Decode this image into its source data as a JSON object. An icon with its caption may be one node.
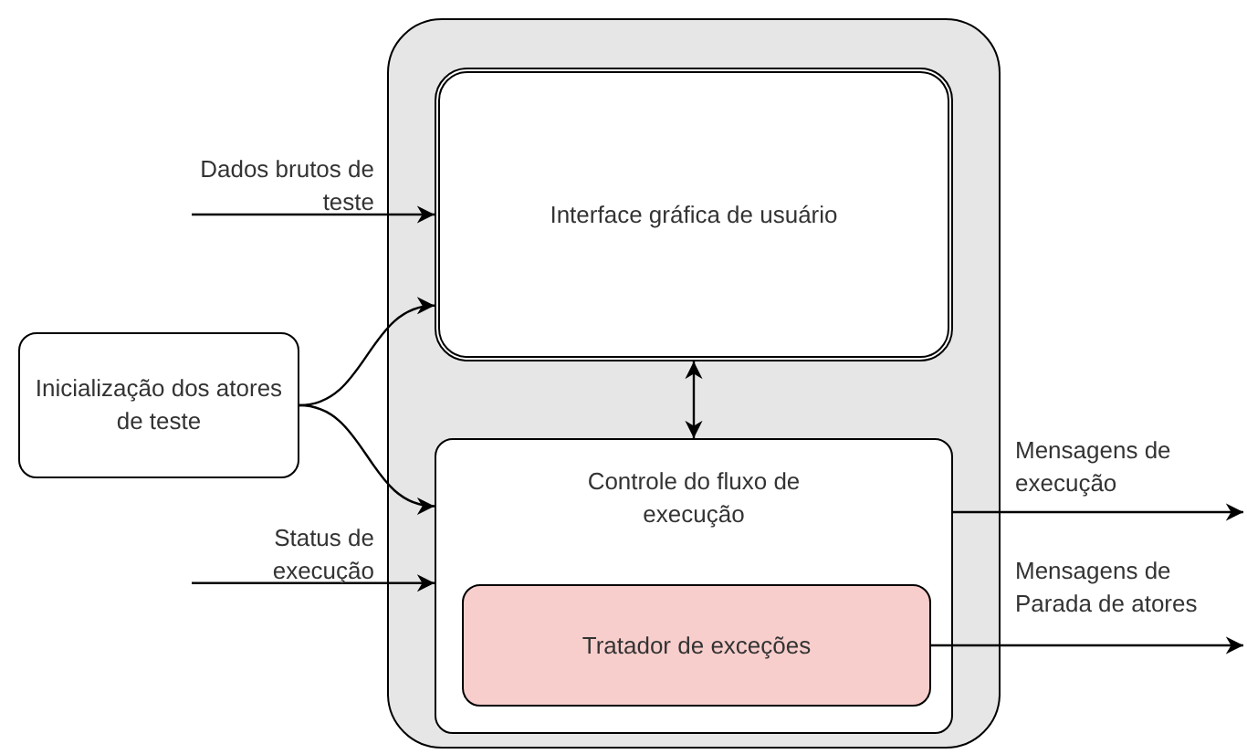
{
  "diagram": {
    "nodes": [
      {
        "text": [],
        "shape": "box"
      },
      {
        "text": [
          "Interface gráfica de usuário"
        ],
        "in": 0
      },
      {
        "text": [
          "Controle do fluxo de execução"
        ],
        "in": 0
      },
      {
        "text": [
          "Tratador de exceções"
        ],
        "in": 2
      },
      {
        "text": [
          "Inicialização dos atores de teste"
        ]
      }
    ],
    "edges": [
      {
        "from": null,
        "to": 1,
        "arrow": "to",
        "label": "Dados brutos de teste"
      },
      {
        "from": 4,
        "to": 1,
        "arrow": "to"
      },
      {
        "from": 4,
        "to": 2,
        "arrow": "to"
      },
      {
        "from": 1,
        "to": 2,
        "arrow": "both"
      },
      {
        "from": null,
        "to": 2,
        "arrow": "to",
        "label": "Status de execução"
      },
      {
        "from": 2,
        "to": null,
        "arrow": "to",
        "label": "Mensagens de execução"
      },
      {
        "from": 3,
        "to": null,
        "arrow": "to",
        "label": "Mensagens de Parada de atores"
      }
    ]
  }
}
